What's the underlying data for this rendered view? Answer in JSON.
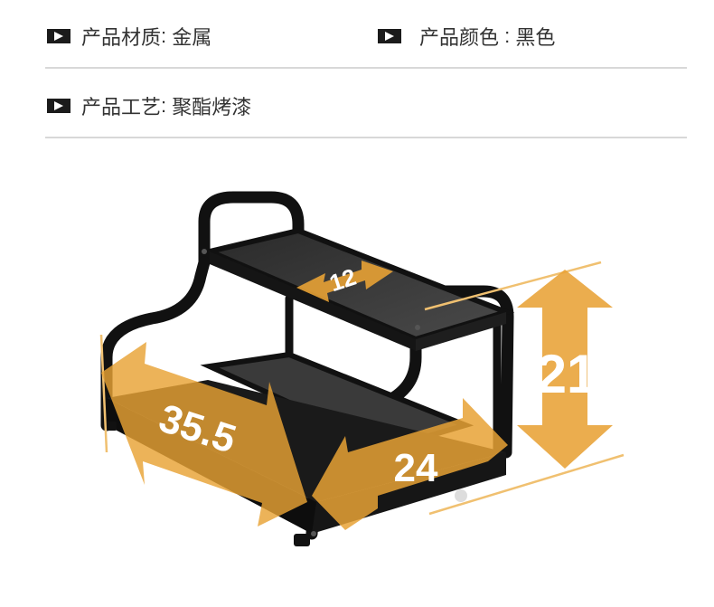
{
  "specs": [
    {
      "label": "产品材质",
      "sep": ": ",
      "value": "金属"
    },
    {
      "label": "产品颜色",
      "sep": " : ",
      "value": "黑色"
    },
    {
      "label": "产品工艺",
      "sep": ": ",
      "value": "聚酯烤漆"
    }
  ],
  "dimensions": {
    "top_depth": "12",
    "height": "21",
    "width": "24",
    "length": "35.5"
  },
  "colors": {
    "frame": "#111111",
    "arrow": "#e8a235",
    "guide_line": "#f0c070",
    "divider": "#d8d8d8",
    "text": "#333333"
  }
}
